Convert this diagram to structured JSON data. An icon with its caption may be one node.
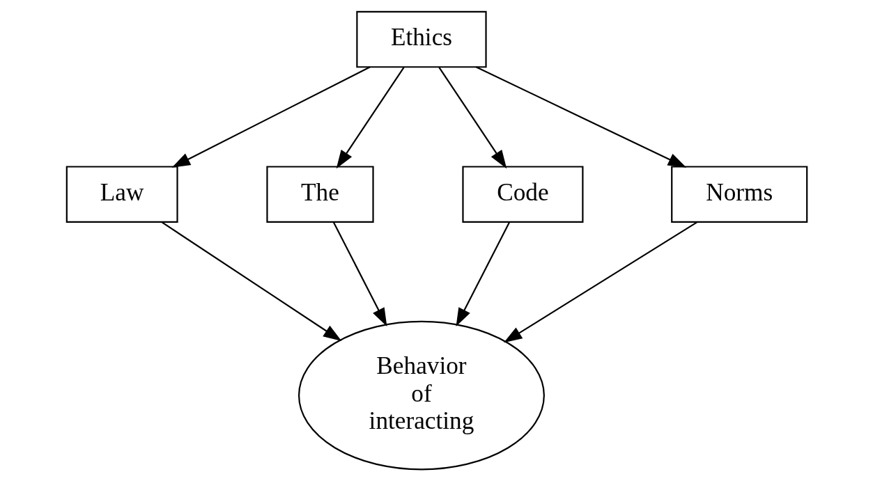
{
  "diagram": {
    "nodes": [
      {
        "text": [
          "Ethics"
        ]
      },
      {
        "text": [
          "Law"
        ]
      },
      {
        "text": [
          "The"
        ]
      },
      {
        "text": [
          "Code"
        ]
      },
      {
        "text": [
          "Norms"
        ]
      },
      {
        "text": [
          "Behavior of interacting"
        ]
      }
    ],
    "edges": [
      {
        "from": 0,
        "to": 1,
        "arrow": "to"
      },
      {
        "from": 0,
        "to": 2,
        "arrow": "to"
      },
      {
        "from": 0,
        "to": 3,
        "arrow": "to"
      },
      {
        "from": 0,
        "to": 4,
        "arrow": "to"
      },
      {
        "from": 1,
        "to": 5,
        "arrow": "to"
      },
      {
        "from": 2,
        "to": 5,
        "arrow": "to"
      },
      {
        "from": 3,
        "to": 5,
        "arrow": "to"
      },
      {
        "from": 4,
        "to": 5,
        "arrow": "to"
      }
    ]
  }
}
